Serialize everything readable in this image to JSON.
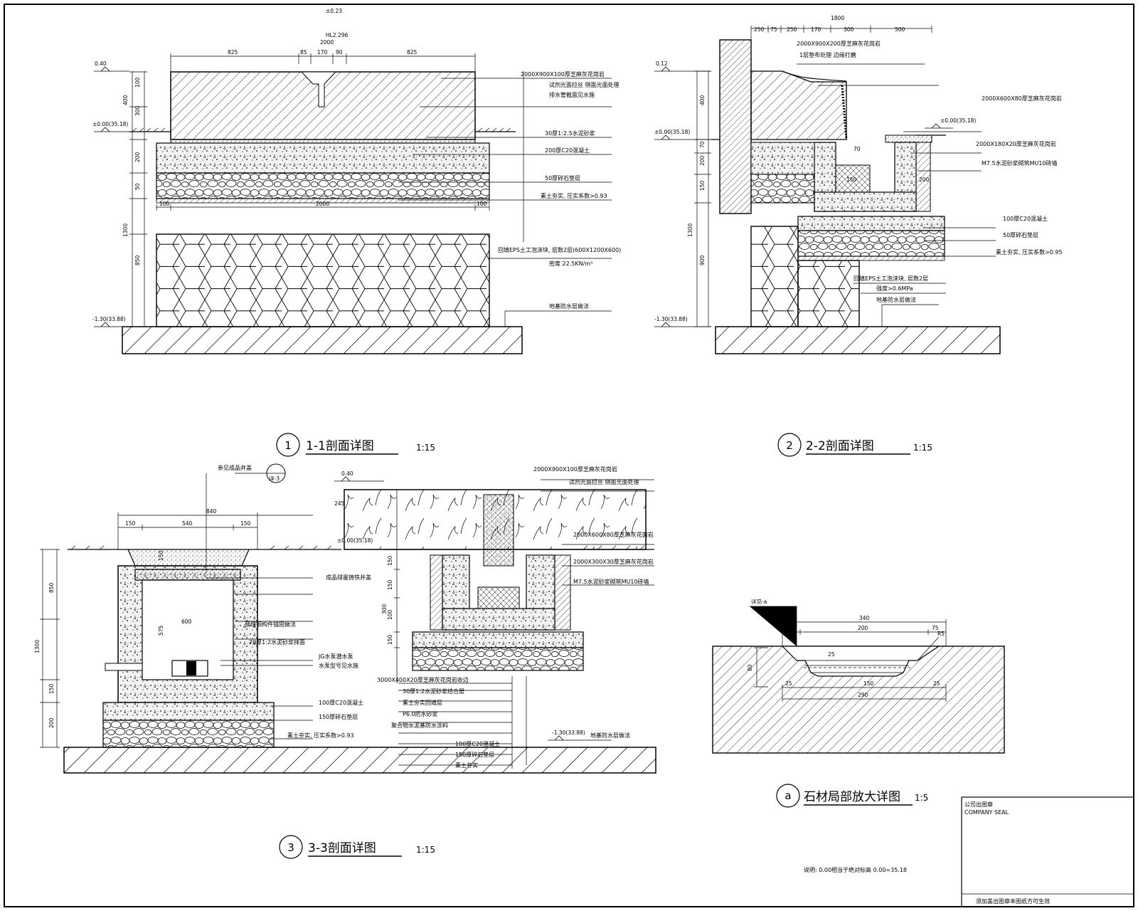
{
  "sections": {
    "s1": {
      "number": "1",
      "title": "1-1剖面详图",
      "scale": "1:15"
    },
    "s2": {
      "number": "2",
      "title": "2-2剖面详图",
      "scale": "1:15"
    },
    "s3": {
      "number": "3",
      "title": "3-3剖面详图",
      "scale": "1:15"
    },
    "sa": {
      "number": "a",
      "title": "石材局部放大详图",
      "scale": "1:5"
    }
  },
  "s1": {
    "elev_top": "0.40",
    "elev_grade": "±0.00(35.18)",
    "elev_bottom": "-1.30(33.88)",
    "top_dims": [
      "825",
      "85",
      "170",
      "90",
      "825"
    ],
    "overflow_elev": "±0.23",
    "overflow_label": "HL2.296",
    "overflow_width": "2000",
    "left_dims": [
      "400",
      "100",
      "300",
      "200",
      "50",
      "1300",
      "850"
    ],
    "bottom_dims": [
      "100",
      "2000",
      "100"
    ],
    "labels": [
      "2000X900X100厚芝麻灰花岗岩",
      "试剂光面拉丝 侧面光面处理",
      "排水管截面见水施",
      "30厚1:2.5水泥砂浆",
      "200厚C20混凝土",
      "50厚碎石垫层",
      "素土夯实, 压实系数>0.93",
      "回填EPS土工泡沫块, 层数2层(600X1200X600)",
      "密度 22.5KN/m³",
      "地基防水层做法"
    ]
  },
  "s2": {
    "top_dim": "1800",
    "top_dims": [
      "250",
      "75",
      "250",
      "170",
      "300",
      "500"
    ],
    "elev_top": "0.12",
    "elev_grade": "±0.00(35.18)",
    "elev_bottom": "-1.30(33.88)",
    "left_dims": [
      "400",
      "70",
      "200",
      "150",
      "1300",
      "900"
    ],
    "inner_dims": [
      "70",
      "150",
      "200"
    ],
    "labels": [
      "2000X900X200厚芝麻灰花岗岩",
      "1层垫布处理 边缘打磨",
      "2000X600X80厚芝麻灰花岗岩",
      "2000X180X20厚芝麻灰花岗岩",
      "M7.5水泥砂浆砌筑MU10砖墙",
      "100厚C20混凝土",
      "50厚碎石垫层",
      "素土夯实, 压实系数>0.95",
      "回填EPS土工泡沫块, 层数2层",
      "强度>0.6MPa",
      "地基防水层做法"
    ]
  },
  "s3": {
    "callout_label": "参见成品井盖",
    "callout_ref": "详-3",
    "dims_top": [
      "840",
      "150",
      "540",
      "150"
    ],
    "dims_left": [
      "1300",
      "850",
      "150",
      "200"
    ],
    "inner_dims": [
      "150",
      "600",
      "575"
    ],
    "elev_top": "0.40",
    "elev_grade": "±0.00(35.18)",
    "elev_bottom": "-1.30(33.88)",
    "right_dims": [
      "245",
      "150",
      "150",
      "100",
      "150",
      "300"
    ],
    "labels_left": [
      "成品球墨铸铁井盖",
      "预埋钢构件锚固做法",
      "20厚1:2水泥砂浆抹面",
      "JG水泵潜水泵",
      "水泵型号见水施",
      "100厚C20混凝土",
      "150厚碎石垫层",
      "素土夯实, 压实系数>0.93"
    ],
    "labels_right": [
      "2000X900X100厚芝麻灰花岗岩",
      "试剂光面拉丝 侧面光面处理",
      "2000X600X80厚芝麻灰花岗岩",
      "2000X300X30厚芝麻灰花岗岩",
      "M7.5水泥砂浆砌筑MU10砖墙",
      "3000X400X20厚芝麻灰花岗岩收边",
      "30厚1:2水泥砂浆结合层",
      "素土夯实回填层",
      "P6.0防水砂浆",
      "聚合物水泥基防水涂料",
      "100厚C20混凝土",
      "150厚碎石垫层",
      "素土夯实"
    ],
    "ground_label": "地基防水层做法"
  },
  "sa": {
    "ref_label": "详见-a",
    "dims_top": [
      "340",
      "75",
      "200",
      "75"
    ],
    "dims_bottom": [
      "290",
      "25",
      "25"
    ],
    "inner_dims": [
      "150",
      "80",
      "25"
    ],
    "radius": "R5"
  },
  "note": "说明: 0.00相当于绝对标高 0.00=35.18",
  "stamp": {
    "header_cn": "公司出图章",
    "header_en": "COMPANY SEAL",
    "footer": "须加盖出图章本图纸方可生效"
  }
}
